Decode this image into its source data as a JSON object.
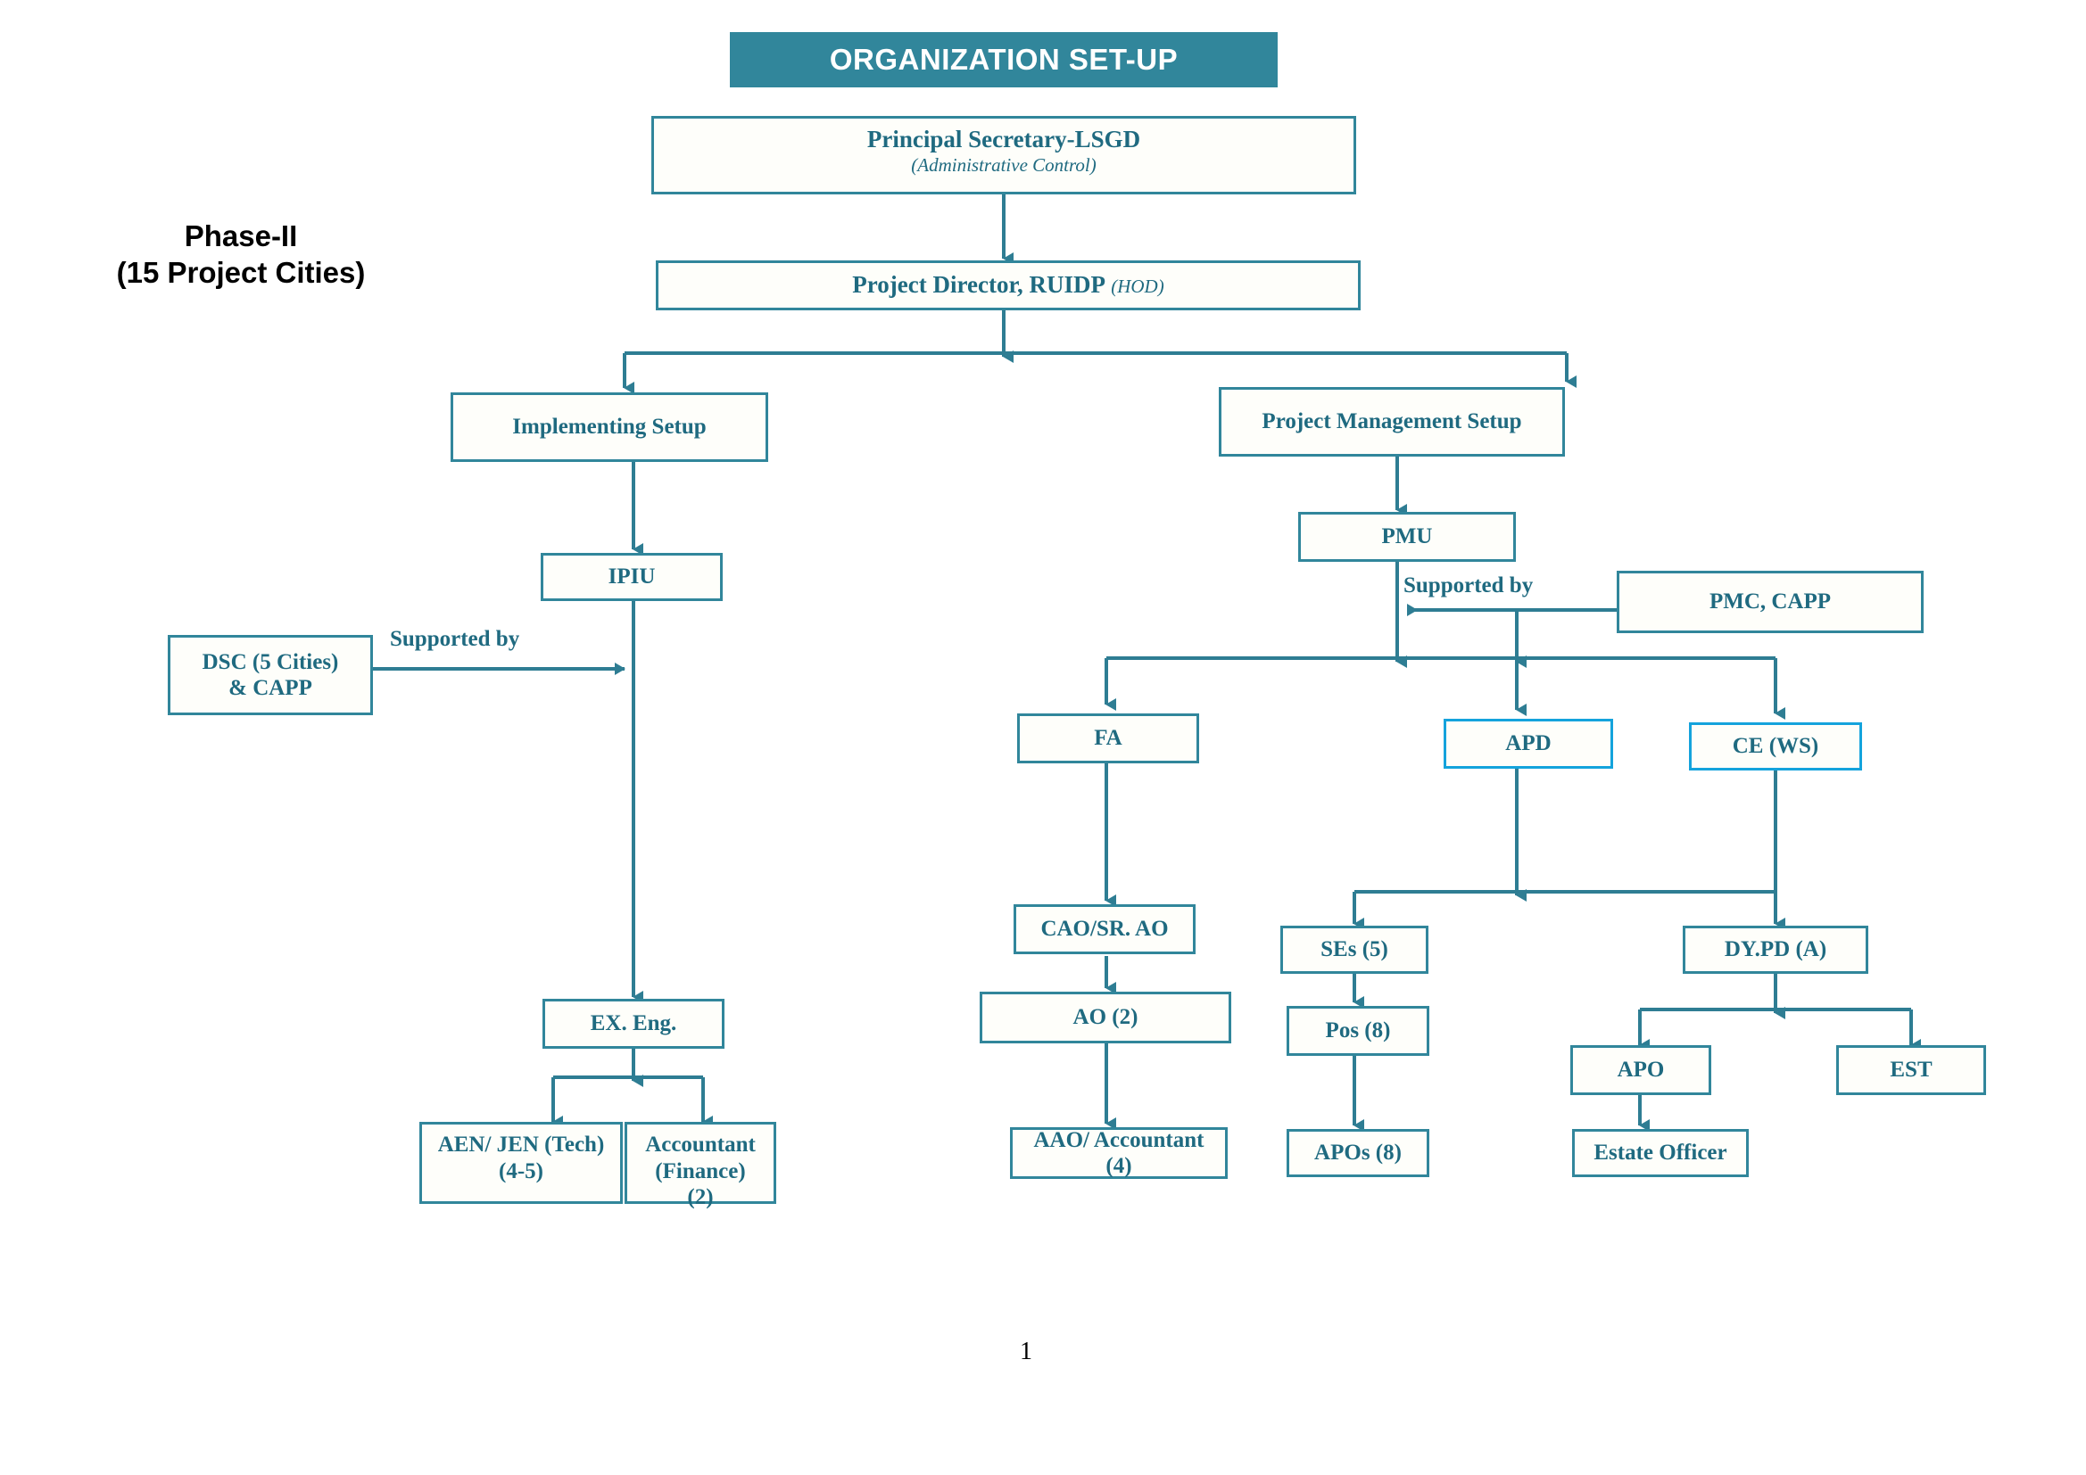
{
  "document": {
    "page_number": "1"
  },
  "banner": {
    "title": "ORGANIZATION SET-UP",
    "bg_color": "#31869B",
    "text_color": "#FFFFFF"
  },
  "phase": {
    "line1": "Phase-II",
    "line2": "(15 Project Cities)"
  },
  "colors": {
    "node_border": "#31869B",
    "node_border_highlight": "#14A3DC",
    "node_text": "#1F6A80",
    "connector": "#2E7D93",
    "page_bg": "#FFFFFF"
  },
  "edge_labels": {
    "dsc_supported_by": "Supported by",
    "pmc_supported_by": "Supported by"
  },
  "nodes": {
    "principal_secretary": {
      "title": "Principal Secretary-LSGD",
      "subtitle": "(Administrative Control)"
    },
    "project_director": {
      "title": "Project Director, RUIDP",
      "suffix": "(HOD)"
    },
    "implementing_setup": {
      "title": "Implementing Setup"
    },
    "project_management_setup": {
      "title": "Project Management Setup"
    },
    "ipiu": {
      "title": "IPIU"
    },
    "dsc": {
      "line1": "DSC (5 Cities)",
      "line2": "& CAPP"
    },
    "ex_eng": {
      "title": "EX. Eng."
    },
    "aen_jen": {
      "line1": "AEN/ JEN (Tech)",
      "line2": "(4-5)"
    },
    "accountant": {
      "line1": "Accountant",
      "line2": "(Finance)",
      "line3": "(2)"
    },
    "pmu": {
      "title": "PMU"
    },
    "pmc_capp": {
      "title": "PMC, CAPP"
    },
    "fa": {
      "title": "FA"
    },
    "apd": {
      "title": "APD"
    },
    "ce_ws": {
      "title": "CE (WS)"
    },
    "cao_sr_ao": {
      "title": "CAO/SR. AO"
    },
    "ao": {
      "title": "AO (2)"
    },
    "aao_accountant": {
      "title": "AAO/ Accountant (4)"
    },
    "ses": {
      "title": "SEs (5)"
    },
    "pos": {
      "title": "Pos (8)"
    },
    "apos": {
      "title": "APOs (8)"
    },
    "dy_pd": {
      "title": "DY.PD (A)"
    },
    "apo": {
      "title": "APO"
    },
    "est": {
      "title": "EST"
    },
    "estate_officer": {
      "title": "Estate Officer"
    }
  },
  "hierarchy": {
    "root": "principal_secretary",
    "edges": [
      {
        "from": "principal_secretary",
        "to": "project_director",
        "type": "arrow"
      },
      {
        "from": "project_director",
        "to": "implementing_setup",
        "type": "arrow"
      },
      {
        "from": "project_director",
        "to": "project_management_setup",
        "type": "arrow"
      },
      {
        "from": "implementing_setup",
        "to": "ipiu",
        "type": "arrow"
      },
      {
        "from": "dsc",
        "to": "ipiu",
        "type": "support-arrow",
        "label": "Supported by"
      },
      {
        "from": "ipiu",
        "to": "ex_eng",
        "type": "arrow"
      },
      {
        "from": "ex_eng",
        "to": "aen_jen",
        "type": "arrow"
      },
      {
        "from": "ex_eng",
        "to": "accountant",
        "type": "arrow"
      },
      {
        "from": "project_management_setup",
        "to": "pmu",
        "type": "arrow"
      },
      {
        "from": "pmc_capp",
        "to": "pmu",
        "type": "support-arrow",
        "label": "Supported by"
      },
      {
        "from": "pmu",
        "to": "fa",
        "type": "arrow"
      },
      {
        "from": "pmu",
        "to": "apd",
        "type": "arrow"
      },
      {
        "from": "pmu",
        "to": "ce_ws",
        "type": "arrow"
      },
      {
        "from": "fa",
        "to": "cao_sr_ao",
        "type": "arrow"
      },
      {
        "from": "cao_sr_ao",
        "to": "ao",
        "type": "arrow"
      },
      {
        "from": "ao",
        "to": "aao_accountant",
        "type": "arrow"
      },
      {
        "from": "apd",
        "to": "ses",
        "type": "arrow"
      },
      {
        "from": "ses",
        "to": "pos",
        "type": "arrow"
      },
      {
        "from": "pos",
        "to": "apos",
        "type": "arrow"
      },
      {
        "from": "ce_ws",
        "to": "dy_pd",
        "type": "arrow"
      },
      {
        "from": "dy_pd",
        "to": "apo",
        "type": "arrow"
      },
      {
        "from": "dy_pd",
        "to": "est",
        "type": "arrow"
      },
      {
        "from": "apo",
        "to": "estate_officer",
        "type": "arrow"
      }
    ]
  }
}
